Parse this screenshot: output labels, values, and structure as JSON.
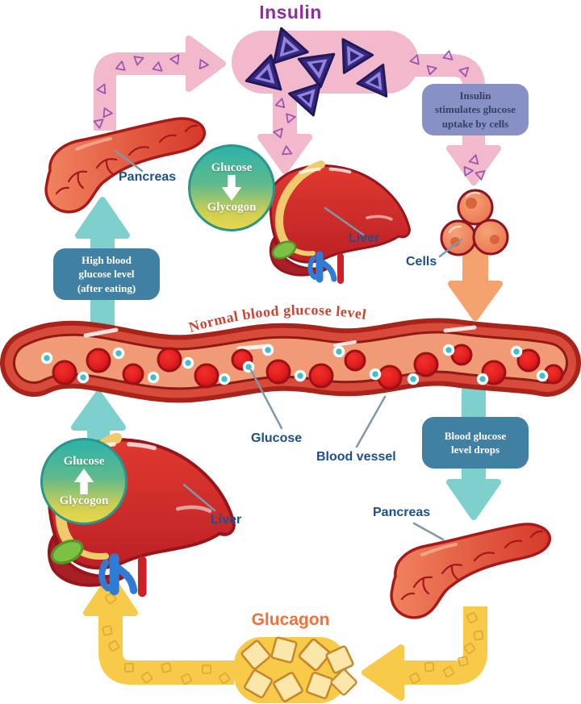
{
  "titles": {
    "insulin": "Insulin",
    "glucagon": "Glucagon"
  },
  "labels": {
    "pancreas_top": "Pancreas",
    "liver_top": "Liver",
    "cells": "Cells",
    "glucose": "Glucose",
    "blood_vessel": "Blood vessel",
    "pancreas_bottom": "Pancreas",
    "liver_bottom": "Liver",
    "normal_level": "Normal blood glucose level"
  },
  "callouts": {
    "insulin_uptake": "Insulin\nstimulates glucose\nuptake by cells",
    "high_glucose": "High blood\nglucose level\n(after eating)",
    "glucose_drops": "Blood glucose\nlevel drops"
  },
  "circles": {
    "top": {
      "top_text": "Glucose",
      "bottom_text": "Glycogon",
      "direction": "down"
    },
    "bottom": {
      "top_text": "Glucose",
      "bottom_text": "Glycogon",
      "direction": "up"
    }
  },
  "colors": {
    "insulin_purple": "#8e2d9e",
    "glucagon_orange": "#f2703a",
    "pink_arrow": "#f1b9cb",
    "teal_arrow": "#7ed0cc",
    "teal_box": "#3f80a3",
    "blue_box": "#8891c5",
    "yellow_arrow": "#f7ca4a",
    "label_blue": "#1c4f8e",
    "vessel_red": "#d84a3a",
    "glucose_dot_teal": "#41c0cb"
  }
}
